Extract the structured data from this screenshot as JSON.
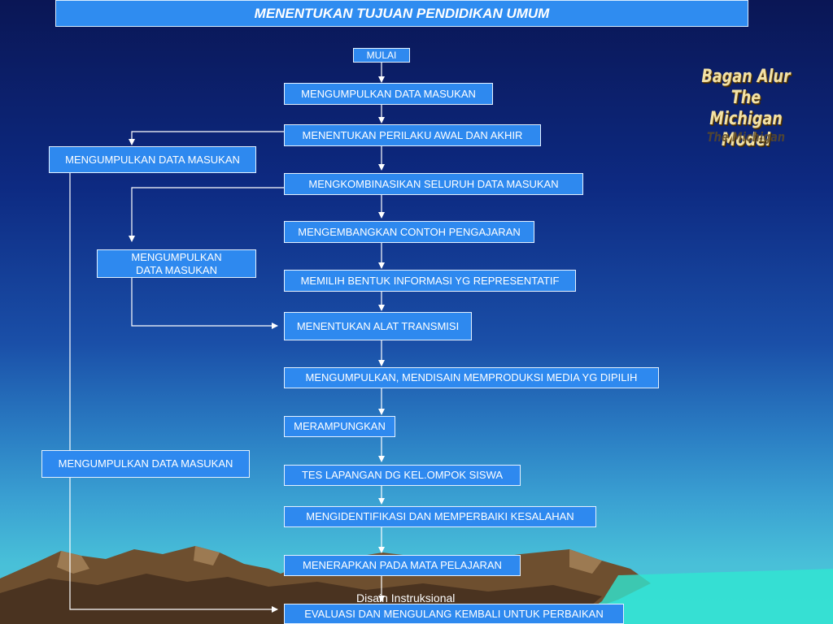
{
  "title": "MENENTUKAN TUJUAN PENDIDIKAN UMUM",
  "side_title": {
    "line1": "Bagan Alur",
    "line2": "The Michigan",
    "shadow": "The Michigan",
    "line3": "Model"
  },
  "main_steps": [
    "MULAI",
    "MENGUMPULKAN DATA MASUKAN",
    "MENENTUKAN PERILAKU AWAL DAN AKHIR",
    "MENGKOMBINASIKAN SELURUH  DATA MASUKAN",
    "MENGEMBANGKAN CONTOH PENGAJARAN",
    "MEMILIH BENTUK INFORMASI YG REPRESENTATIF",
    "MENENTUKAN ALAT TRANSMISI",
    "MENGUMPULKAN, MENDISAIN MEMPRODUKSI MEDIA YG DIPILIH",
    "MERAMPUNGKAN",
    "TES LAPANGAN DG KEL.OMPOK SISWA",
    "MENGIDENTIFIKASI DAN MEMPERBAIKI KESALAHAN",
    "MENERAPKAN PADA MATA PELAJARAN",
    "EVALUASI DAN MENGULANG KEMBALI UNTUK PERBAIKAN"
  ],
  "side_steps": {
    "top": "MENGUMPULKAN DATA MASUKAN",
    "middle_line1": "MENGUMPULKAN",
    "middle_line2": "DATA MASUKAN",
    "bottom": "MENGUMPULKAN DATA MASUKAN"
  },
  "footer": "Disain Instruksional"
}
